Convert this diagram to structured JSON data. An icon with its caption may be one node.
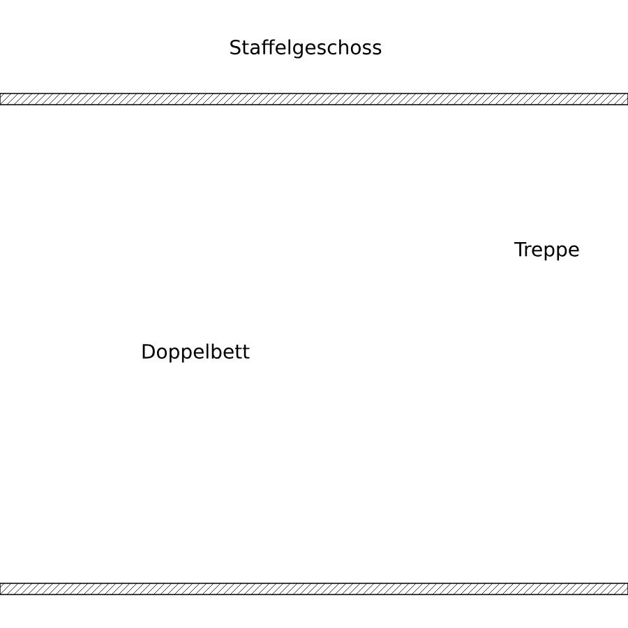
{
  "diagram": {
    "labels": [
      "Staffelgeschoss",
      "Treppe",
      "Doppelbett"
    ]
  }
}
